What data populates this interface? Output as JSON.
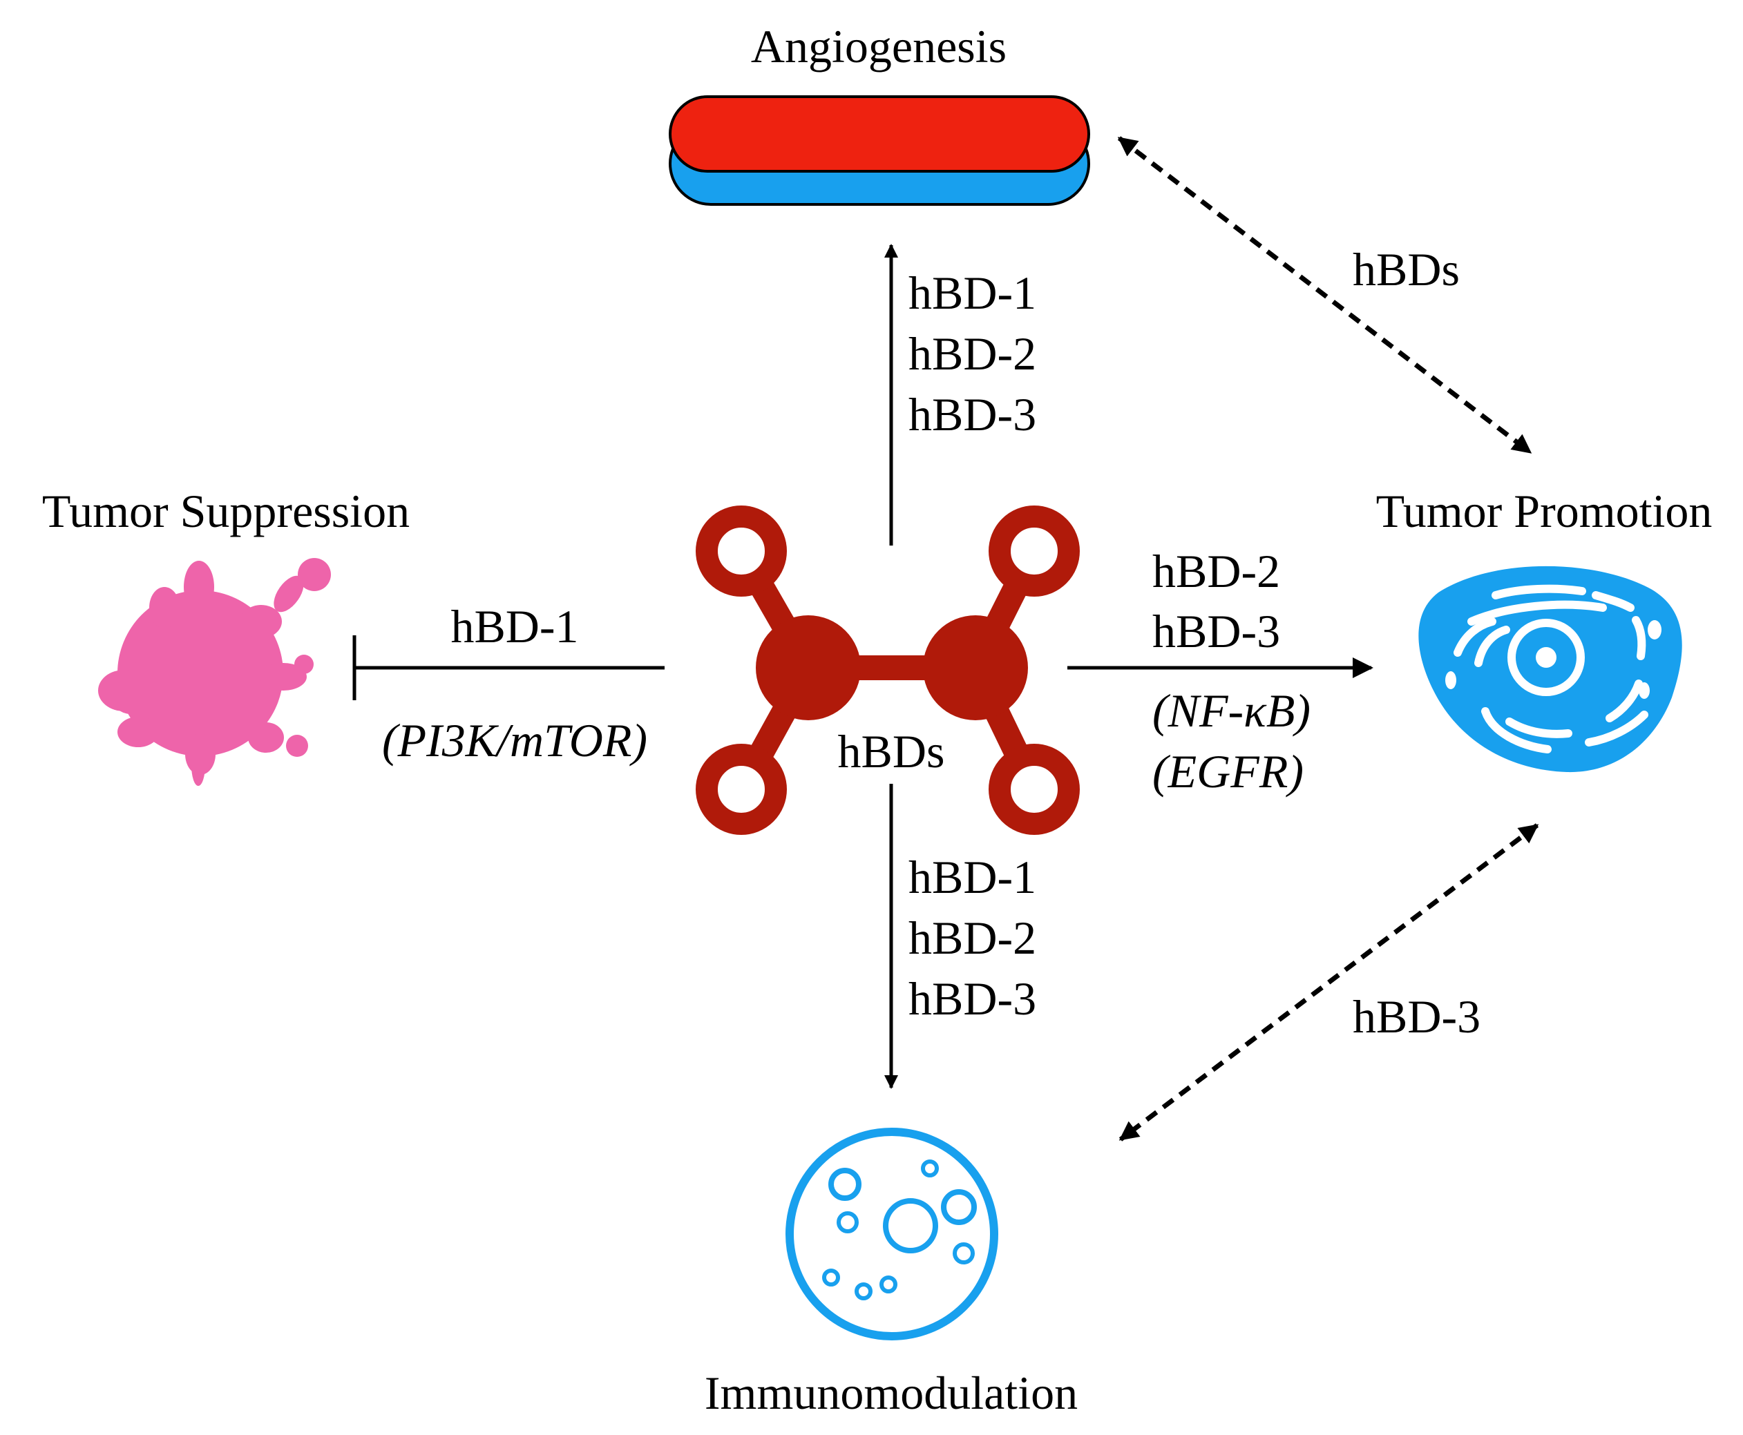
{
  "nodes": {
    "angiogenesis": "Angiogenesis",
    "tumor_suppression": "Tumor Suppression",
    "tumor_promotion": "Tumor Promotion",
    "immunomodulation": "Immunomodulation",
    "center": "hBDs"
  },
  "edges": {
    "to_angiogenesis": {
      "labels": [
        "hBD-1",
        "hBD-2",
        "hBD-3"
      ]
    },
    "to_suppression": {
      "label": "hBD-1",
      "pathway": "(PI3K/mTOR)"
    },
    "to_promotion": {
      "labels": [
        "hBD-2",
        "hBD-3"
      ],
      "pathways": [
        "(NF-κB)",
        "(EGFR)"
      ]
    },
    "to_immunomodulation": {
      "labels": [
        "hBD-1",
        "hBD-2",
        "hBD-3"
      ]
    },
    "angiogenesis_promotion": {
      "label": "hBDs"
    },
    "promotion_immunomodulation": {
      "label": "hBD-3"
    }
  },
  "icons": {
    "center": "defensin-molecule-icon",
    "angiogenesis": "blood-vessel-icon",
    "tumor_suppression": "inhibited-tumor-cell-icon",
    "tumor_promotion": "tumor-cell-icon",
    "immunomodulation": "immune-cell-icon"
  },
  "colors": {
    "molecule": "#b01a0a",
    "vessel_red": "#ee2210",
    "vessel_blue": "#18a0ee",
    "suppression_pink": "#ee64aa",
    "cell_blue": "#18a0ee",
    "line": "#000000"
  }
}
